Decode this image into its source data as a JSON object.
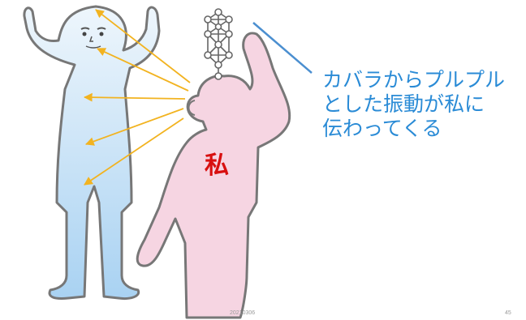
{
  "caption": {
    "lines": [
      "カバラからプルプル",
      "とした振動が私に",
      "伝わってくる"
    ]
  },
  "person_label": "私",
  "footer": {
    "date": "20210306",
    "page": "45"
  },
  "colors": {
    "caption": "#2a8bd6",
    "figure_left_top": "#eef6fc",
    "figure_left_bottom": "#a9d2f2",
    "figure_right_fill": "#f6d5e2",
    "outline": "#777777",
    "arrow": "#f2b320",
    "label_red": "#d81010",
    "pointer_line": "#4b8fd0"
  },
  "icons": [
    "tree-of-life-icon"
  ]
}
